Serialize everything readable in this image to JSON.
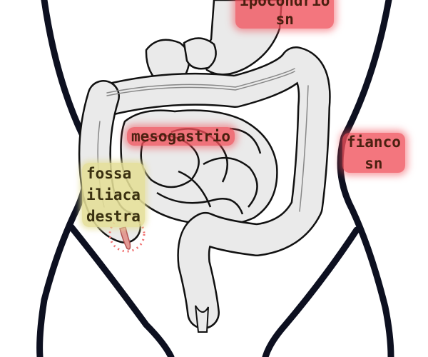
{
  "labels": {
    "ipocondrio": [
      "ipocondrio",
      "sn"
    ],
    "mesogastrio": "mesogastrio",
    "fianco": [
      "fianco",
      "sn"
    ],
    "fossa": [
      "fossa",
      "iliaca",
      "destra"
    ]
  },
  "colors": {
    "highlight_red": "#f0505a",
    "highlight_yellow": "#e4de96",
    "organ_fill": "#eaeaea",
    "outline": "#111111",
    "body_outline": "#0d1020",
    "appendix": "#e39a95"
  }
}
